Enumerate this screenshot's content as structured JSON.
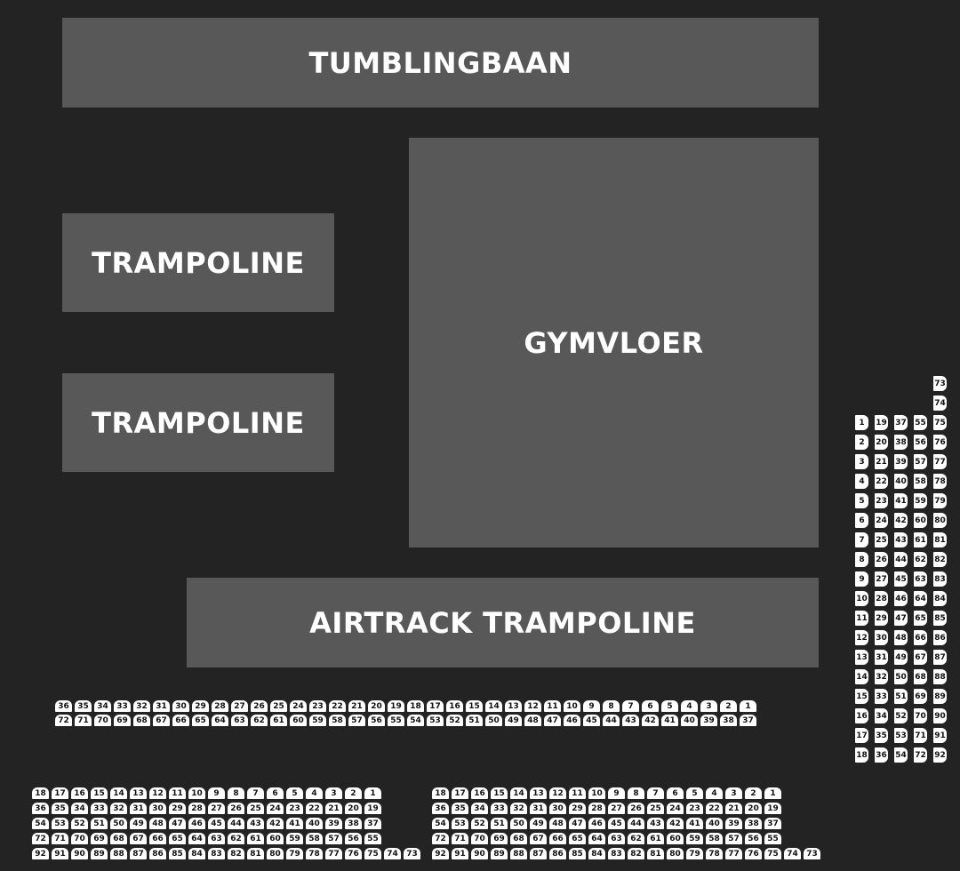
{
  "areas": {
    "tumblingbaan": "TUMBLINGBAAN",
    "trampoline_1": "TRAMPOLINE",
    "trampoline_2": "TRAMPOLINE",
    "gymvloer": "GYMVLOER",
    "airtrack": "AIRTRACK TRAMPOLINE"
  },
  "colors": {
    "background": "#232323",
    "area_fill": "#585858",
    "area_text": "#ffffff",
    "seat_fill": "#ffffff",
    "seat_text": "#111111"
  },
  "seat_blocks": [
    {
      "name": "middle-block",
      "orientation": "horizontal",
      "rows": [
        [
          "36",
          "35",
          "34",
          "33",
          "32",
          "31",
          "30",
          "29",
          "28",
          "27",
          "26",
          "25",
          "24",
          "23",
          "22",
          "21",
          "20",
          "19",
          "18",
          "17",
          "16",
          "15",
          "14",
          "13",
          "12",
          "11",
          "10",
          "9",
          "8",
          "7",
          "6",
          "5",
          "4",
          "3",
          "2",
          "1"
        ],
        [
          "72",
          "71",
          "70",
          "69",
          "68",
          "67",
          "66",
          "65",
          "64",
          "63",
          "62",
          "61",
          "60",
          "59",
          "58",
          "57",
          "56",
          "55",
          "54",
          "53",
          "52",
          "51",
          "50",
          "49",
          "48",
          "47",
          "46",
          "45",
          "44",
          "43",
          "42",
          "41",
          "40",
          "39",
          "38",
          "37"
        ]
      ]
    },
    {
      "name": "bottom-left-block",
      "orientation": "horizontal",
      "rows": [
        [
          "18",
          "17",
          "16",
          "15",
          "14",
          "13",
          "12",
          "11",
          "10",
          "9",
          "8",
          "7",
          "6",
          "5",
          "4",
          "3",
          "2",
          "1"
        ],
        [
          "36",
          "35",
          "34",
          "33",
          "32",
          "31",
          "30",
          "29",
          "28",
          "27",
          "26",
          "25",
          "24",
          "23",
          "22",
          "21",
          "20",
          "19"
        ],
        [
          "54",
          "53",
          "52",
          "51",
          "50",
          "49",
          "48",
          "47",
          "46",
          "45",
          "44",
          "43",
          "42",
          "41",
          "40",
          "39",
          "38",
          "37"
        ],
        [
          "72",
          "71",
          "70",
          "69",
          "68",
          "67",
          "66",
          "65",
          "64",
          "63",
          "62",
          "61",
          "60",
          "59",
          "58",
          "57",
          "56",
          "55"
        ],
        [
          "92",
          "91",
          "90",
          "89",
          "88",
          "87",
          "86",
          "85",
          "84",
          "83",
          "82",
          "81",
          "80",
          "79",
          "78",
          "77",
          "76",
          "75",
          "74",
          "73"
        ]
      ]
    },
    {
      "name": "bottom-right-block",
      "orientation": "horizontal",
      "rows": [
        [
          "18",
          "17",
          "16",
          "15",
          "14",
          "13",
          "12",
          "11",
          "10",
          "9",
          "8",
          "7",
          "6",
          "5",
          "4",
          "3",
          "2",
          "1"
        ],
        [
          "36",
          "35",
          "34",
          "33",
          "32",
          "31",
          "30",
          "29",
          "28",
          "27",
          "26",
          "25",
          "24",
          "23",
          "22",
          "21",
          "20",
          "19"
        ],
        [
          "54",
          "53",
          "52",
          "51",
          "50",
          "49",
          "48",
          "47",
          "46",
          "45",
          "44",
          "43",
          "42",
          "41",
          "40",
          "39",
          "38",
          "37"
        ],
        [
          "72",
          "71",
          "70",
          "69",
          "68",
          "67",
          "66",
          "65",
          "64",
          "63",
          "62",
          "61",
          "60",
          "59",
          "58",
          "57",
          "56",
          "55"
        ],
        [
          "92",
          "91",
          "90",
          "89",
          "88",
          "87",
          "86",
          "85",
          "84",
          "83",
          "82",
          "81",
          "80",
          "79",
          "78",
          "77",
          "76",
          "75",
          "74",
          "73"
        ]
      ]
    },
    {
      "name": "right-block",
      "orientation": "vertical",
      "columns": [
        [
          "1",
          "2",
          "3",
          "4",
          "5",
          "6",
          "7",
          "8",
          "9",
          "10",
          "11",
          "12",
          "13",
          "14",
          "15",
          "16",
          "17",
          "18"
        ],
        [
          "19",
          "20",
          "21",
          "22",
          "23",
          "24",
          "25",
          "26",
          "27",
          "28",
          "29",
          "30",
          "31",
          "32",
          "33",
          "34",
          "35",
          "36"
        ],
        [
          "37",
          "38",
          "39",
          "40",
          "41",
          "42",
          "43",
          "44",
          "45",
          "46",
          "47",
          "48",
          "49",
          "50",
          "51",
          "52",
          "53",
          "54"
        ],
        [
          "55",
          "56",
          "57",
          "58",
          "59",
          "60",
          "61",
          "62",
          "63",
          "64",
          "65",
          "66",
          "67",
          "68",
          "69",
          "70",
          "71",
          "72"
        ],
        [
          "73",
          "74",
          "75",
          "76",
          "77",
          "78",
          "79",
          "80",
          "81",
          "82",
          "83",
          "84",
          "85",
          "86",
          "87",
          "88",
          "89",
          "90",
          "91",
          "92"
        ]
      ]
    }
  ]
}
